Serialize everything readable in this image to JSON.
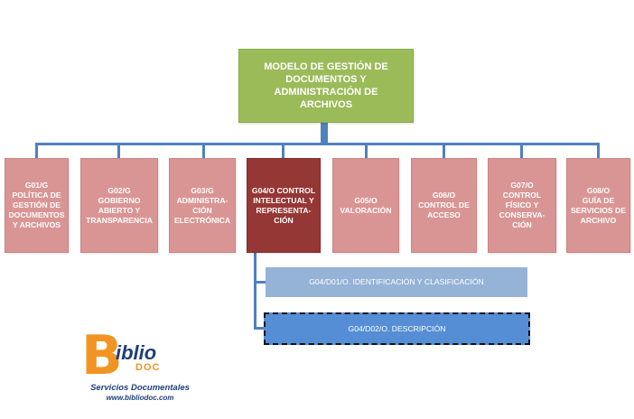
{
  "root": {
    "label": "MODELO DE GESTIÓN DE DOCUMENTOS Y ADMINISTRACIÓN DE ARCHIVOS"
  },
  "level1": [
    {
      "code": "G01/G",
      "label": "POLÍTICA DE GESTIÓN DE DOCUMENTOS Y ARCHIVOS",
      "display": "G01/G\nPOLÍTICA DE\nGESTIÓN DE\nDOCUMENTOS\nY ARCHIVOS"
    },
    {
      "code": "G02/G",
      "label": "GOBIERNO ABIERTO Y TRANSPARENCIA",
      "display": "G02/G\nGOBIERNO\nABIERTO Y\nTRANSPARENCIA"
    },
    {
      "code": "G03/G",
      "label": "ADMINISTRACIÓN ELECTRÓNICA",
      "display": "G03/G\nADMINISTRA-\nCIÓN\nELECTRÓNICA"
    },
    {
      "code": "G04/O",
      "label": "CONTROL INTELECTUAL Y REPRESENTACIÓN",
      "display": "G04/O CONTROL\nINTELECTUAL Y\nREPRESENTA-\nCIÓN"
    },
    {
      "code": "G05/O",
      "label": "VALORACIÓN",
      "display": "G05/O\nVALORACIÓN"
    },
    {
      "code": "G06/O",
      "label": "CONTROL DE ACCESO",
      "display": "G06/O\nCONTROL DE\nACCESO"
    },
    {
      "code": "G07/O",
      "label": "CONTROL FÍSICO Y CONSERVACIÓN",
      "display": "G07/O\nCONTROL\nFÍSICO Y\nCONSERVA-\nCIÓN"
    },
    {
      "code": "G08/O",
      "label": "GUÍA DE SERVICIOS DE ARCHIVO",
      "display": "G08/O\nGUÍA DE\nSERVICIOS DE\nARCHIVO"
    }
  ],
  "level2": [
    {
      "label": "G04/D01/O. IDENTIFICACIÓN Y CLASIFICACIÓN"
    },
    {
      "label": "G04/D02/O. DESCRIPCIÓN"
    }
  ],
  "logo": {
    "mark": "B",
    "name": "iblio",
    "sub": "DOC",
    "tagline": "Servicios Documentales",
    "url": "www.bibliodoc.com"
  },
  "colors": {
    "root": "#9bbb59",
    "level1": "#d99594",
    "level1_active": "#953735",
    "level2_light": "#95b3d7",
    "level2_selected": "#558ed5",
    "connector": "#4f81bd",
    "logo_orange": "#f29423",
    "logo_navy": "#1f3f7a"
  }
}
